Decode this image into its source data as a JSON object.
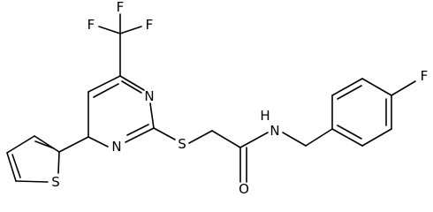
{
  "structure": {
    "atoms": {
      "F_top1": "F",
      "F_top2": "F",
      "F_top3": "F",
      "N_pyr1": "N",
      "N_pyr2": "N",
      "S_thioether": "S",
      "S_thiophene": "S",
      "N_amide": "N",
      "H_amide": "H",
      "O_carbonyl": "O",
      "F_phenyl": "F"
    }
  }
}
